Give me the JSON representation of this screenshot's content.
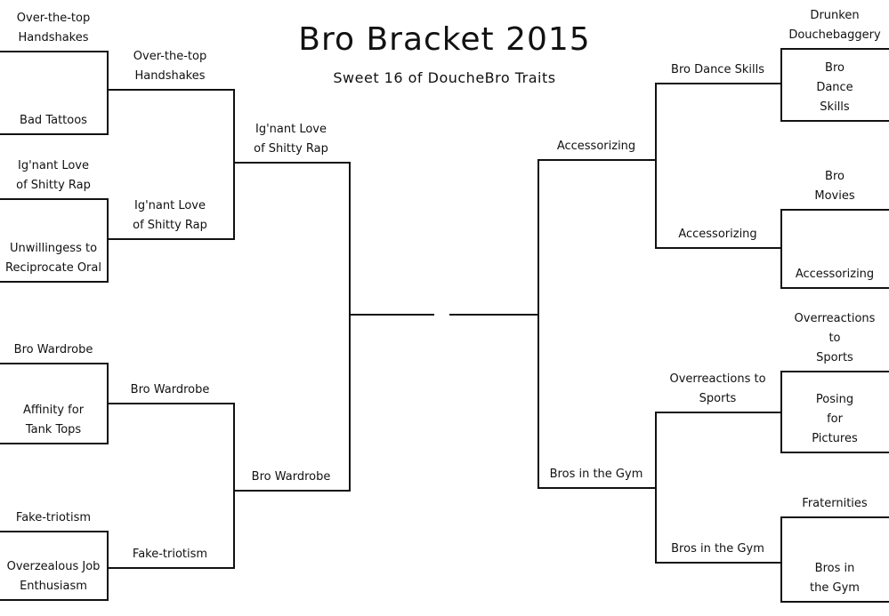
{
  "title": "Bro Bracket 2015",
  "subtitle": "Sweet 16 of DoucheBro Traits",
  "left": {
    "round1": [
      [
        "Over-the-top",
        "Handshakes"
      ],
      [
        "Bad Tattoos"
      ],
      [
        "Ig'nant Love",
        "of Shitty Rap"
      ],
      [
        "Unwillingess to",
        "Reciprocate Oral"
      ],
      [
        "Bro Wardrobe"
      ],
      [
        "Affinity for",
        "Tank Tops"
      ],
      [
        "Fake-triotism"
      ],
      [
        "Overzealous Job",
        "Enthusiasm"
      ]
    ],
    "round2": [
      [
        "Over-the-top",
        "Handshakes"
      ],
      [
        "Ig'nant Love",
        "of Shitty Rap"
      ],
      [
        "Bro Wardrobe"
      ],
      [
        "Fake-triotism"
      ]
    ],
    "round3": [
      [
        "Ig'nant Love",
        "of Shitty Rap"
      ],
      [
        "Bro Wardrobe"
      ]
    ]
  },
  "right": {
    "round1": [
      [
        "Drunken",
        "Douchebaggery"
      ],
      [
        "Bro Dance Skills"
      ],
      [
        "Bro Movies"
      ],
      [
        "Accessorizing"
      ],
      [
        "Overreactions to",
        "Sports"
      ],
      [
        "Posing for",
        "Pictures"
      ],
      [
        "Fraternities"
      ],
      [
        "Bros in the Gym"
      ]
    ],
    "round2": [
      [
        "Bro Dance Skills"
      ],
      [
        "Accessorizing"
      ],
      [
        "Overreactions to",
        "Sports"
      ],
      [
        "Bros in the Gym"
      ]
    ],
    "round3": [
      [
        "Accessorizing"
      ],
      [
        "Bros in the Gym"
      ]
    ]
  }
}
